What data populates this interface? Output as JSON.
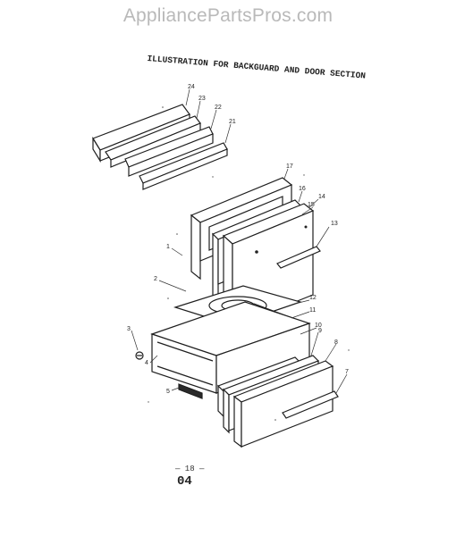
{
  "watermark": "AppliancePartsPros.com",
  "diagram": {
    "title": "ILLUSTRATION FOR BACKGUARD AND DOOR SECTION",
    "page_number": "— 18 —",
    "section_code": "04",
    "callouts": [
      {
        "id": "c24",
        "label": "24"
      },
      {
        "id": "c23",
        "label": "23"
      },
      {
        "id": "c22",
        "label": "22"
      },
      {
        "id": "c21",
        "label": "21"
      },
      {
        "id": "c17",
        "label": "17"
      },
      {
        "id": "c16",
        "label": "16"
      },
      {
        "id": "c14",
        "label": "14"
      },
      {
        "id": "c15",
        "label": "15"
      },
      {
        "id": "c13",
        "label": "13"
      },
      {
        "id": "c1",
        "label": "1"
      },
      {
        "id": "c2",
        "label": "2"
      },
      {
        "id": "c12",
        "label": "12"
      },
      {
        "id": "c11",
        "label": "11"
      },
      {
        "id": "c10",
        "label": "10"
      },
      {
        "id": "c9",
        "label": "9"
      },
      {
        "id": "c8",
        "label": "8"
      },
      {
        "id": "c7",
        "label": "7"
      },
      {
        "id": "c3",
        "label": "3"
      },
      {
        "id": "c4",
        "label": "4"
      },
      {
        "id": "c5",
        "label": "5"
      }
    ]
  }
}
